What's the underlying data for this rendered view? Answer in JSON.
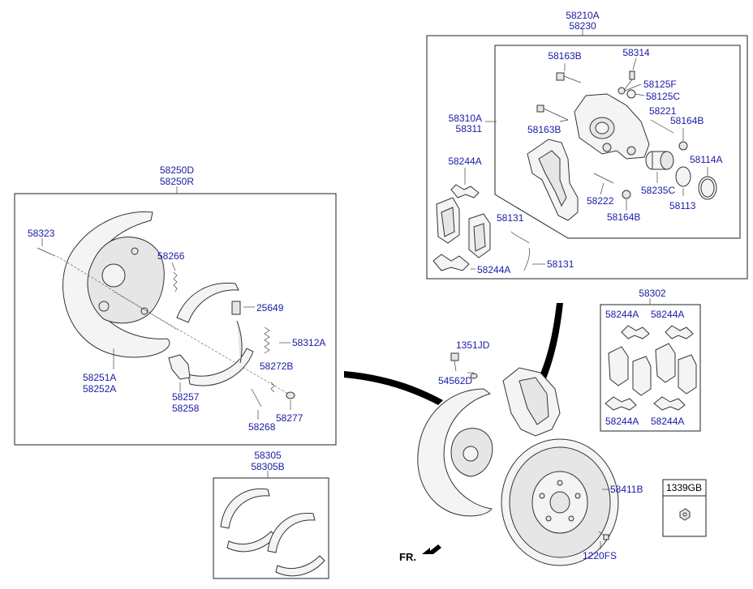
{
  "colors": {
    "label": "#1a1aa6",
    "line": "#222222",
    "part_fill": "#f4f4f4"
  },
  "labels": {
    "caliper_assy_a": "58210A",
    "caliper_assy_b": "58230",
    "bolt_top": "58163B",
    "bleeder": "58314",
    "cap_f": "58125F",
    "cap_c": "58125C",
    "carrier_a": "58310A",
    "carrier_b": "58311",
    "bolt_mid": "58163B",
    "pin_221": "58221",
    "boot_164b_top": "58164B",
    "clip_244a_top": "58244A",
    "seal_114a": "58114A",
    "pin_222": "58222",
    "piston_235c": "58235C",
    "seal_113": "58113",
    "boot_164b_bot": "58164B",
    "spring_131_a": "58131",
    "spring_131_b": "58131",
    "clip_244a_mid": "58244A",
    "backplate_a": "58250D",
    "backplate_b": "58250R",
    "bolt_323": "58323",
    "spring_266": "58266",
    "adjuster_25649": "25649",
    "spring_312a": "58312A",
    "spring_272b": "58272B",
    "shield_a": "58251A",
    "shield_b": "58252A",
    "lever_a": "58257",
    "lever_b": "58258",
    "spring_268": "58268",
    "cup_277": "58277",
    "shoe_kit_a": "58305",
    "shoe_kit_b": "58305B",
    "pad_kit": "58302",
    "pad_clip_1": "58244A",
    "pad_clip_2": "58244A",
    "pad_clip_3": "58244A",
    "pad_clip_4": "58244A",
    "bolt_1351jd": "1351JD",
    "washer_54562d": "54562D",
    "disc_58411b": "58411B",
    "nut_1339gb": "1339GB",
    "screw_1220fs": "1220FS",
    "front_marker": "FR."
  }
}
